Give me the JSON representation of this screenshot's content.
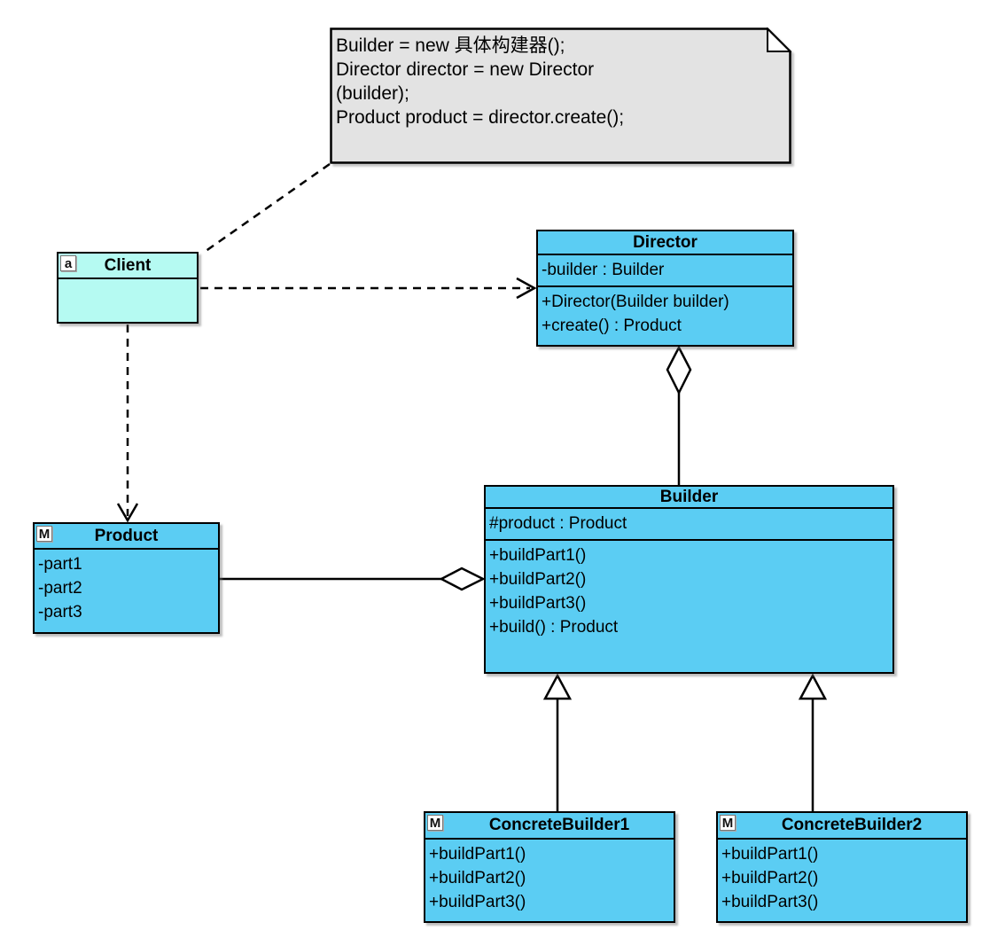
{
  "diagram": {
    "kind": "uml-class-diagram",
    "pattern": "Builder"
  },
  "colors": {
    "class_fill": "#5BCDF3",
    "client_fill": "#B5FAF2",
    "note_fill": "#E3E3E3",
    "outline": "#000000"
  },
  "note": {
    "lines": [
      "Builder = new 具体构建器();",
      "Director director = new Director",
      "(builder);",
      "Product product = director.create();"
    ]
  },
  "classes": [
    {
      "name": "Client",
      "icon": "a",
      "attributes": [],
      "methods": []
    },
    {
      "name": "Director",
      "icon": "",
      "attributes": [
        "-builder : Builder"
      ],
      "methods": [
        "+Director(Builder builder)",
        "+create() : Product"
      ]
    },
    {
      "name": "Product",
      "icon": "M",
      "attributes": [
        "-part1",
        "-part2",
        "-part3"
      ],
      "methods": []
    },
    {
      "name": "Builder",
      "icon": "",
      "attributes": [
        "#product : Product"
      ],
      "methods": [
        "+buildPart1()",
        "+buildPart2()",
        "+buildPart3()",
        "+build() : Product"
      ]
    },
    {
      "name": "ConcreteBuilder1",
      "icon": "M",
      "attributes": [],
      "methods": [
        "+buildPart1()",
        "+buildPart2()",
        "+buildPart3()"
      ]
    },
    {
      "name": "ConcreteBuilder2",
      "icon": "M",
      "attributes": [],
      "methods": [
        "+buildPart1()",
        "+buildPart2()",
        "+buildPart3()"
      ]
    }
  ],
  "relationships": [
    {
      "from": "note",
      "to": "Client",
      "type": "note-anchor",
      "style": "dashed"
    },
    {
      "from": "Client",
      "to": "Director",
      "type": "dependency",
      "style": "dashed, open arrow"
    },
    {
      "from": "Client",
      "to": "Product",
      "type": "dependency",
      "style": "dashed, open arrow"
    },
    {
      "from": "Director",
      "to": "Builder",
      "type": "aggregation",
      "diamond_at": "Director"
    },
    {
      "from": "Builder",
      "to": "Product",
      "type": "aggregation",
      "diamond_at": "Builder"
    },
    {
      "from": "ConcreteBuilder1",
      "to": "Builder",
      "type": "generalization",
      "triangle_at": "Builder"
    },
    {
      "from": "ConcreteBuilder2",
      "to": "Builder",
      "type": "generalization",
      "triangle_at": "Builder"
    }
  ]
}
